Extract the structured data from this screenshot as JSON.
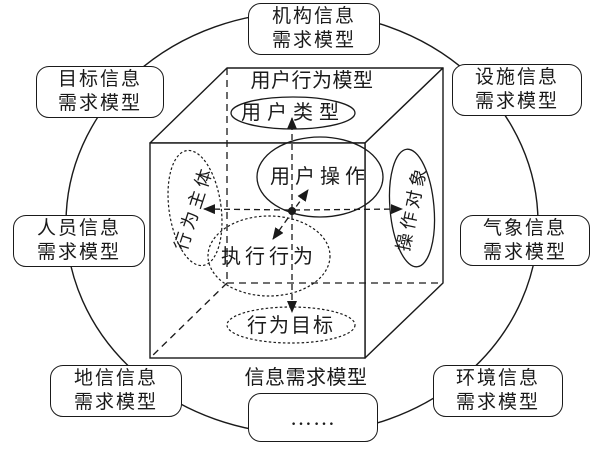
{
  "figure": {
    "outer_ring": {
      "org": {
        "line1": "机构信息",
        "line2": "需求模型"
      },
      "goal": {
        "line1": "目标信息",
        "line2": "需求模型"
      },
      "facility": {
        "line1": "设施信息",
        "line2": "需求模型"
      },
      "personnel": {
        "line1": "人员信息",
        "line2": "需求模型"
      },
      "meteo": {
        "line1": "气象信息",
        "line2": "需求模型"
      },
      "geo": {
        "line1": "地信信息",
        "line2": "需求模型"
      },
      "env": {
        "line1": "环境信息",
        "line2": "需求模型"
      },
      "more": {
        "label": "……"
      }
    },
    "cube": {
      "top_face_label": "用户行为模型",
      "bottom_label": "信息需求模型",
      "user_type": "用户类型",
      "user_operation": "用户操作",
      "behavior_subject": "行为主体",
      "operation_object": "操作对象",
      "execute_behavior": "执行行为",
      "behavior_goal": "行为目标"
    },
    "colors": {
      "stroke": "#1a1a1a",
      "fill": "#ffffff"
    }
  }
}
